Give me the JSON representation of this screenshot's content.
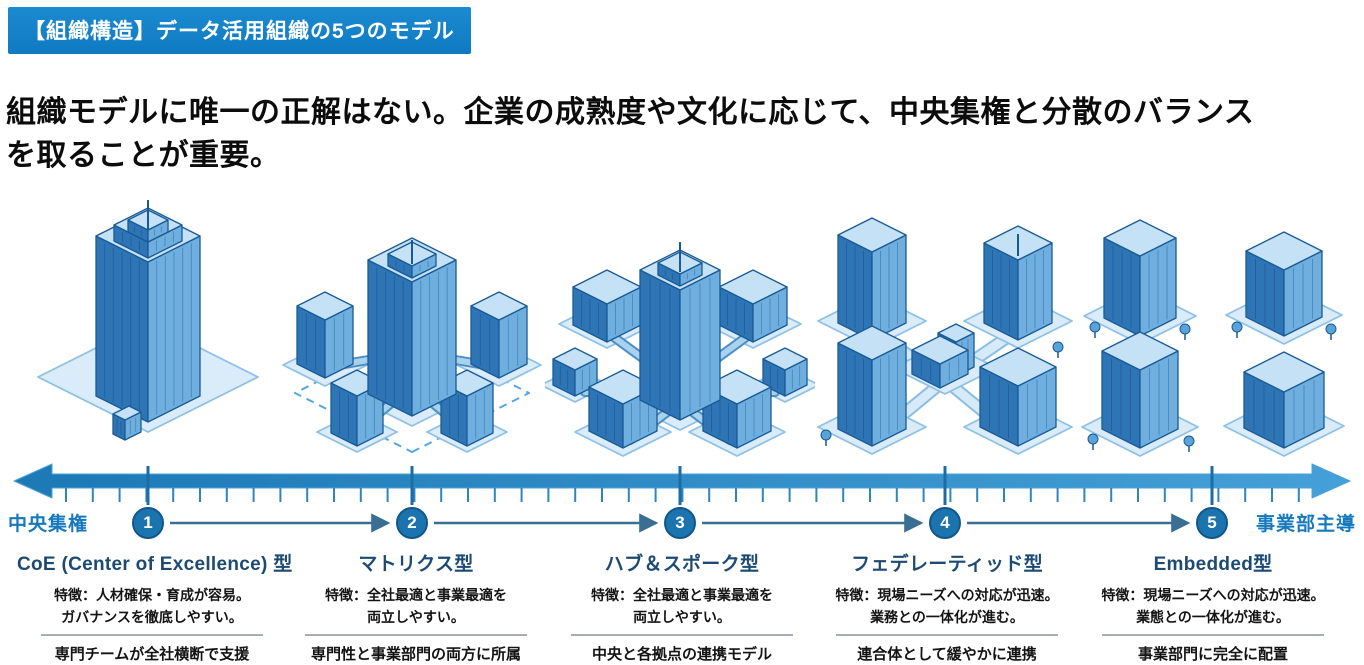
{
  "badge": {
    "label": "【組織構造】データ活用組織の5つのモデル"
  },
  "heading": "組織モデルに唯一の正解はない。企業の成熟度や文化に応じて、中央集権と分散のバランス\nを取ることが重要。",
  "axis": {
    "left_label": "中央集権",
    "right_label": "事業部主導"
  },
  "models": [
    {
      "number": "1",
      "title": "CoE (Center of Excellence) 型",
      "feature": "特徴：人材確保・育成が容易。\nガバナンスを徹底しやすい。",
      "summary": "専門チームが全社横断で支援",
      "illustration": "single-headquarters-tower"
    },
    {
      "number": "2",
      "title": "マトリクス型",
      "feature": "特徴：全社最適と事業最適を\n両立しやすい。",
      "summary": "専門性と事業部門の両方に所属",
      "illustration": "central-tower-with-linked-buildings"
    },
    {
      "number": "3",
      "title": "ハブ＆スポーク型",
      "feature": "特徴：全社最適と事業最適を\n両立しやすい。",
      "summary": "中央と各拠点の連携モデル",
      "illustration": "hub-with-radiating-spokes"
    },
    {
      "number": "4",
      "title": "フェデレーティッド型",
      "feature": "特徴：現場ニーズへの対応が迅速。\n業務との一体化が進む。",
      "summary": "連合体として緩やかに連携",
      "illustration": "loosely-connected-buildings"
    },
    {
      "number": "5",
      "title": "Embedded型",
      "feature": "特徴：現場ニーズへの対応が迅速。\n業態との一体化が進む。",
      "summary": "事業部門に完全に配置",
      "illustration": "independent-buildings-grid"
    }
  ],
  "colors": {
    "badge_blue": "#1581c9",
    "axis_blue_dark": "#1d79b6",
    "axis_blue_light": "#45a0d8",
    "circle_blue": "#1b74ae",
    "title_navy": "#1d4a73",
    "label_blue": "#1779bd"
  }
}
